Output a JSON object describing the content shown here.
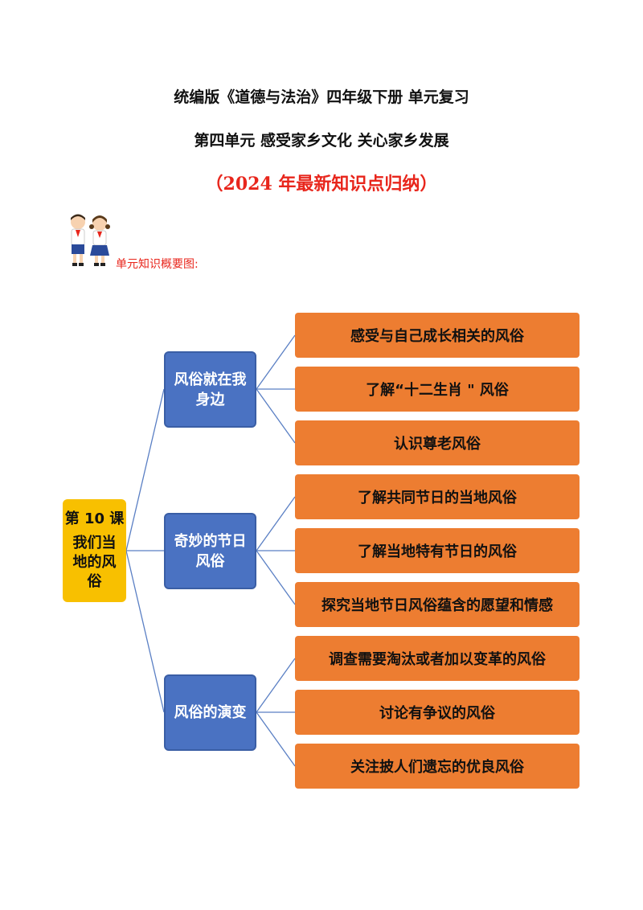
{
  "header": {
    "title": "统编版《道德与法治》四年级下册 单元复习",
    "unit_title": "第四单元 感受家乡文化 关心家乡发展",
    "tagline": "（2024 年最新知识点归纳）"
  },
  "caption": "单元知识概要图:",
  "mindmap": {
    "root": {
      "line1": "第 10 课",
      "line2": "我们当地的风俗"
    },
    "branches": [
      {
        "label": "风俗就在我身边",
        "leaves": [
          "感受与自己成长相关的风俗",
          "了解“十二生肖 \" 风俗",
          "认识尊老风俗"
        ]
      },
      {
        "label": "奇妙的节日风俗",
        "leaves": [
          "了解共同节日的当地风俗",
          "了解当地特有节日的风俗",
          "探究当地节日风俗蕴含的愿望和情感"
        ]
      },
      {
        "label": "风俗的演变",
        "leaves": [
          "调查需要淘汰或者加以变革的风俗",
          "讨论有争议的风俗",
          "关注披人们遗忘的优良风俗"
        ]
      }
    ]
  },
  "colors": {
    "root": "#f8c000",
    "branch": "#4a72c2",
    "leaf": "#ed7d31",
    "accent_red": "#e8261c",
    "connector": "#5a7fc4"
  }
}
